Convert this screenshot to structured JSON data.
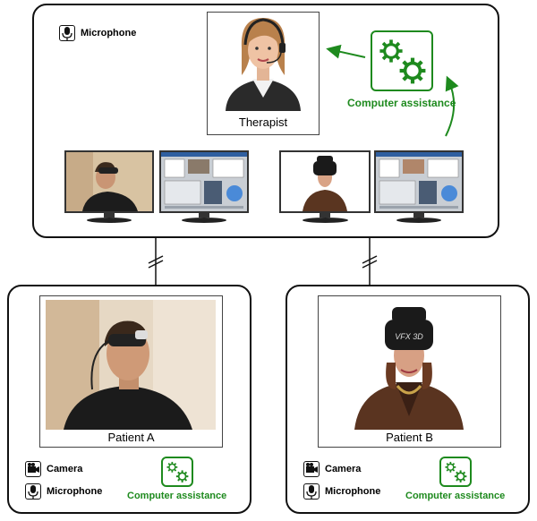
{
  "therapist_station": {
    "microphone_label": "Microphone",
    "therapist_caption": "Therapist",
    "computer_assistance_label": "Computer assistance"
  },
  "patient_a": {
    "caption": "Patient A",
    "camera_label": "Camera",
    "microphone_label": "Microphone",
    "computer_assistance_label": "Computer assistance"
  },
  "patient_b": {
    "caption": "Patient B",
    "camera_label": "Camera",
    "microphone_label": "Microphone",
    "computer_assistance_label": "Computer assistance"
  },
  "headset_brand": "VFX 3D",
  "colors": {
    "assistance_green": "#1e8a1e",
    "border": "#111111"
  },
  "icons": [
    "microphone-icon",
    "camera-icon",
    "gears-icon",
    "arrow-icon"
  ]
}
